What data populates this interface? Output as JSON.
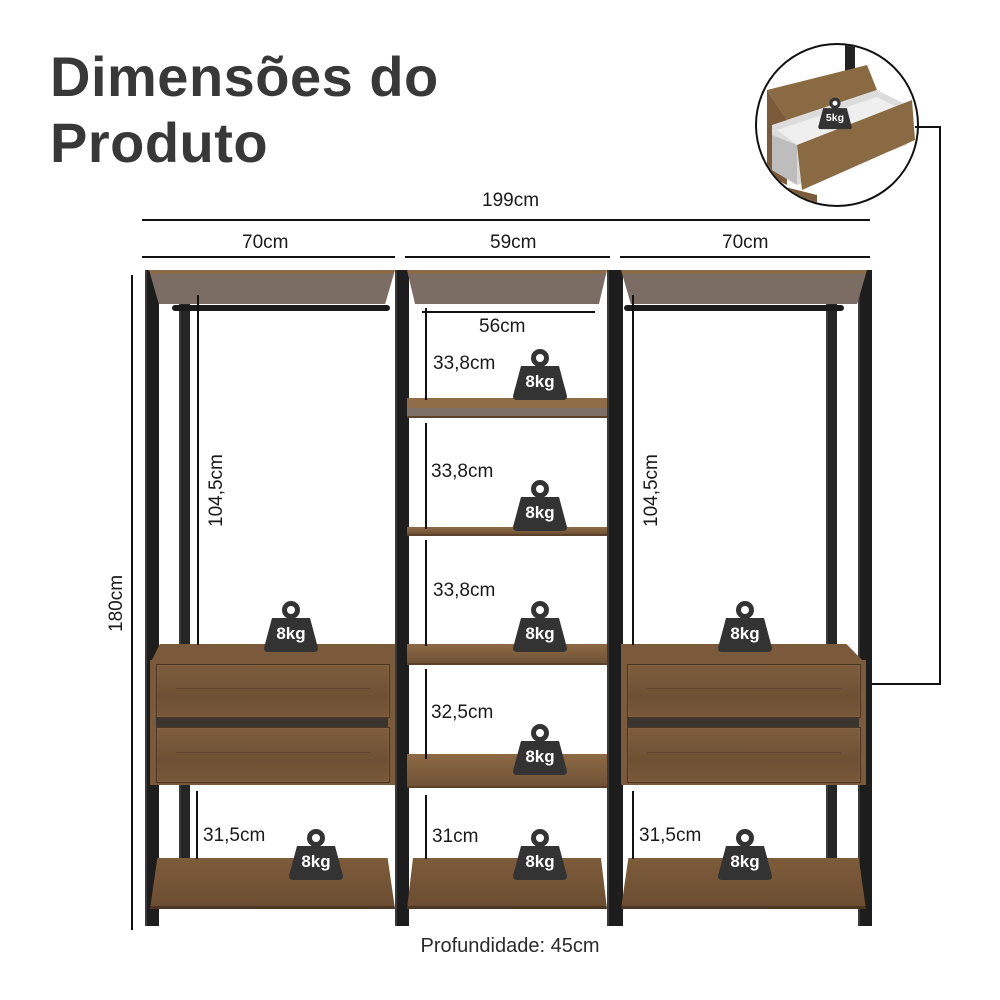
{
  "title": {
    "line1": "Dimensões do",
    "line2": "Produto"
  },
  "dimensions": {
    "total_width": "199cm",
    "left_module_width": "70cm",
    "middle_module_width": "59cm",
    "right_module_width": "70cm",
    "middle_inner_width": "56cm",
    "total_height": "180cm",
    "left_hanging_height": "104,5cm",
    "right_hanging_height": "104,5cm",
    "middle_shelf_gaps": [
      "33,8cm",
      "33,8cm",
      "33,8cm",
      "32,5cm"
    ],
    "left_bottom_gap": "31,5cm",
    "middle_bottom_gap": "31cm",
    "right_bottom_gap": "31,5cm",
    "depth": "Profundidade: 45cm"
  },
  "weights": {
    "drawer_inset": "5kg",
    "middle_shelves": [
      "8kg",
      "8kg",
      "8kg",
      "8kg"
    ],
    "left_cabinet_top": "8kg",
    "right_cabinet_top": "8kg",
    "left_floor": "8kg",
    "middle_floor": "8kg",
    "right_floor": "8kg"
  },
  "colors": {
    "title": "#383838",
    "frame": "#1d1d1d",
    "wood": "#7a5a3a",
    "weight_badge": "#333333"
  }
}
